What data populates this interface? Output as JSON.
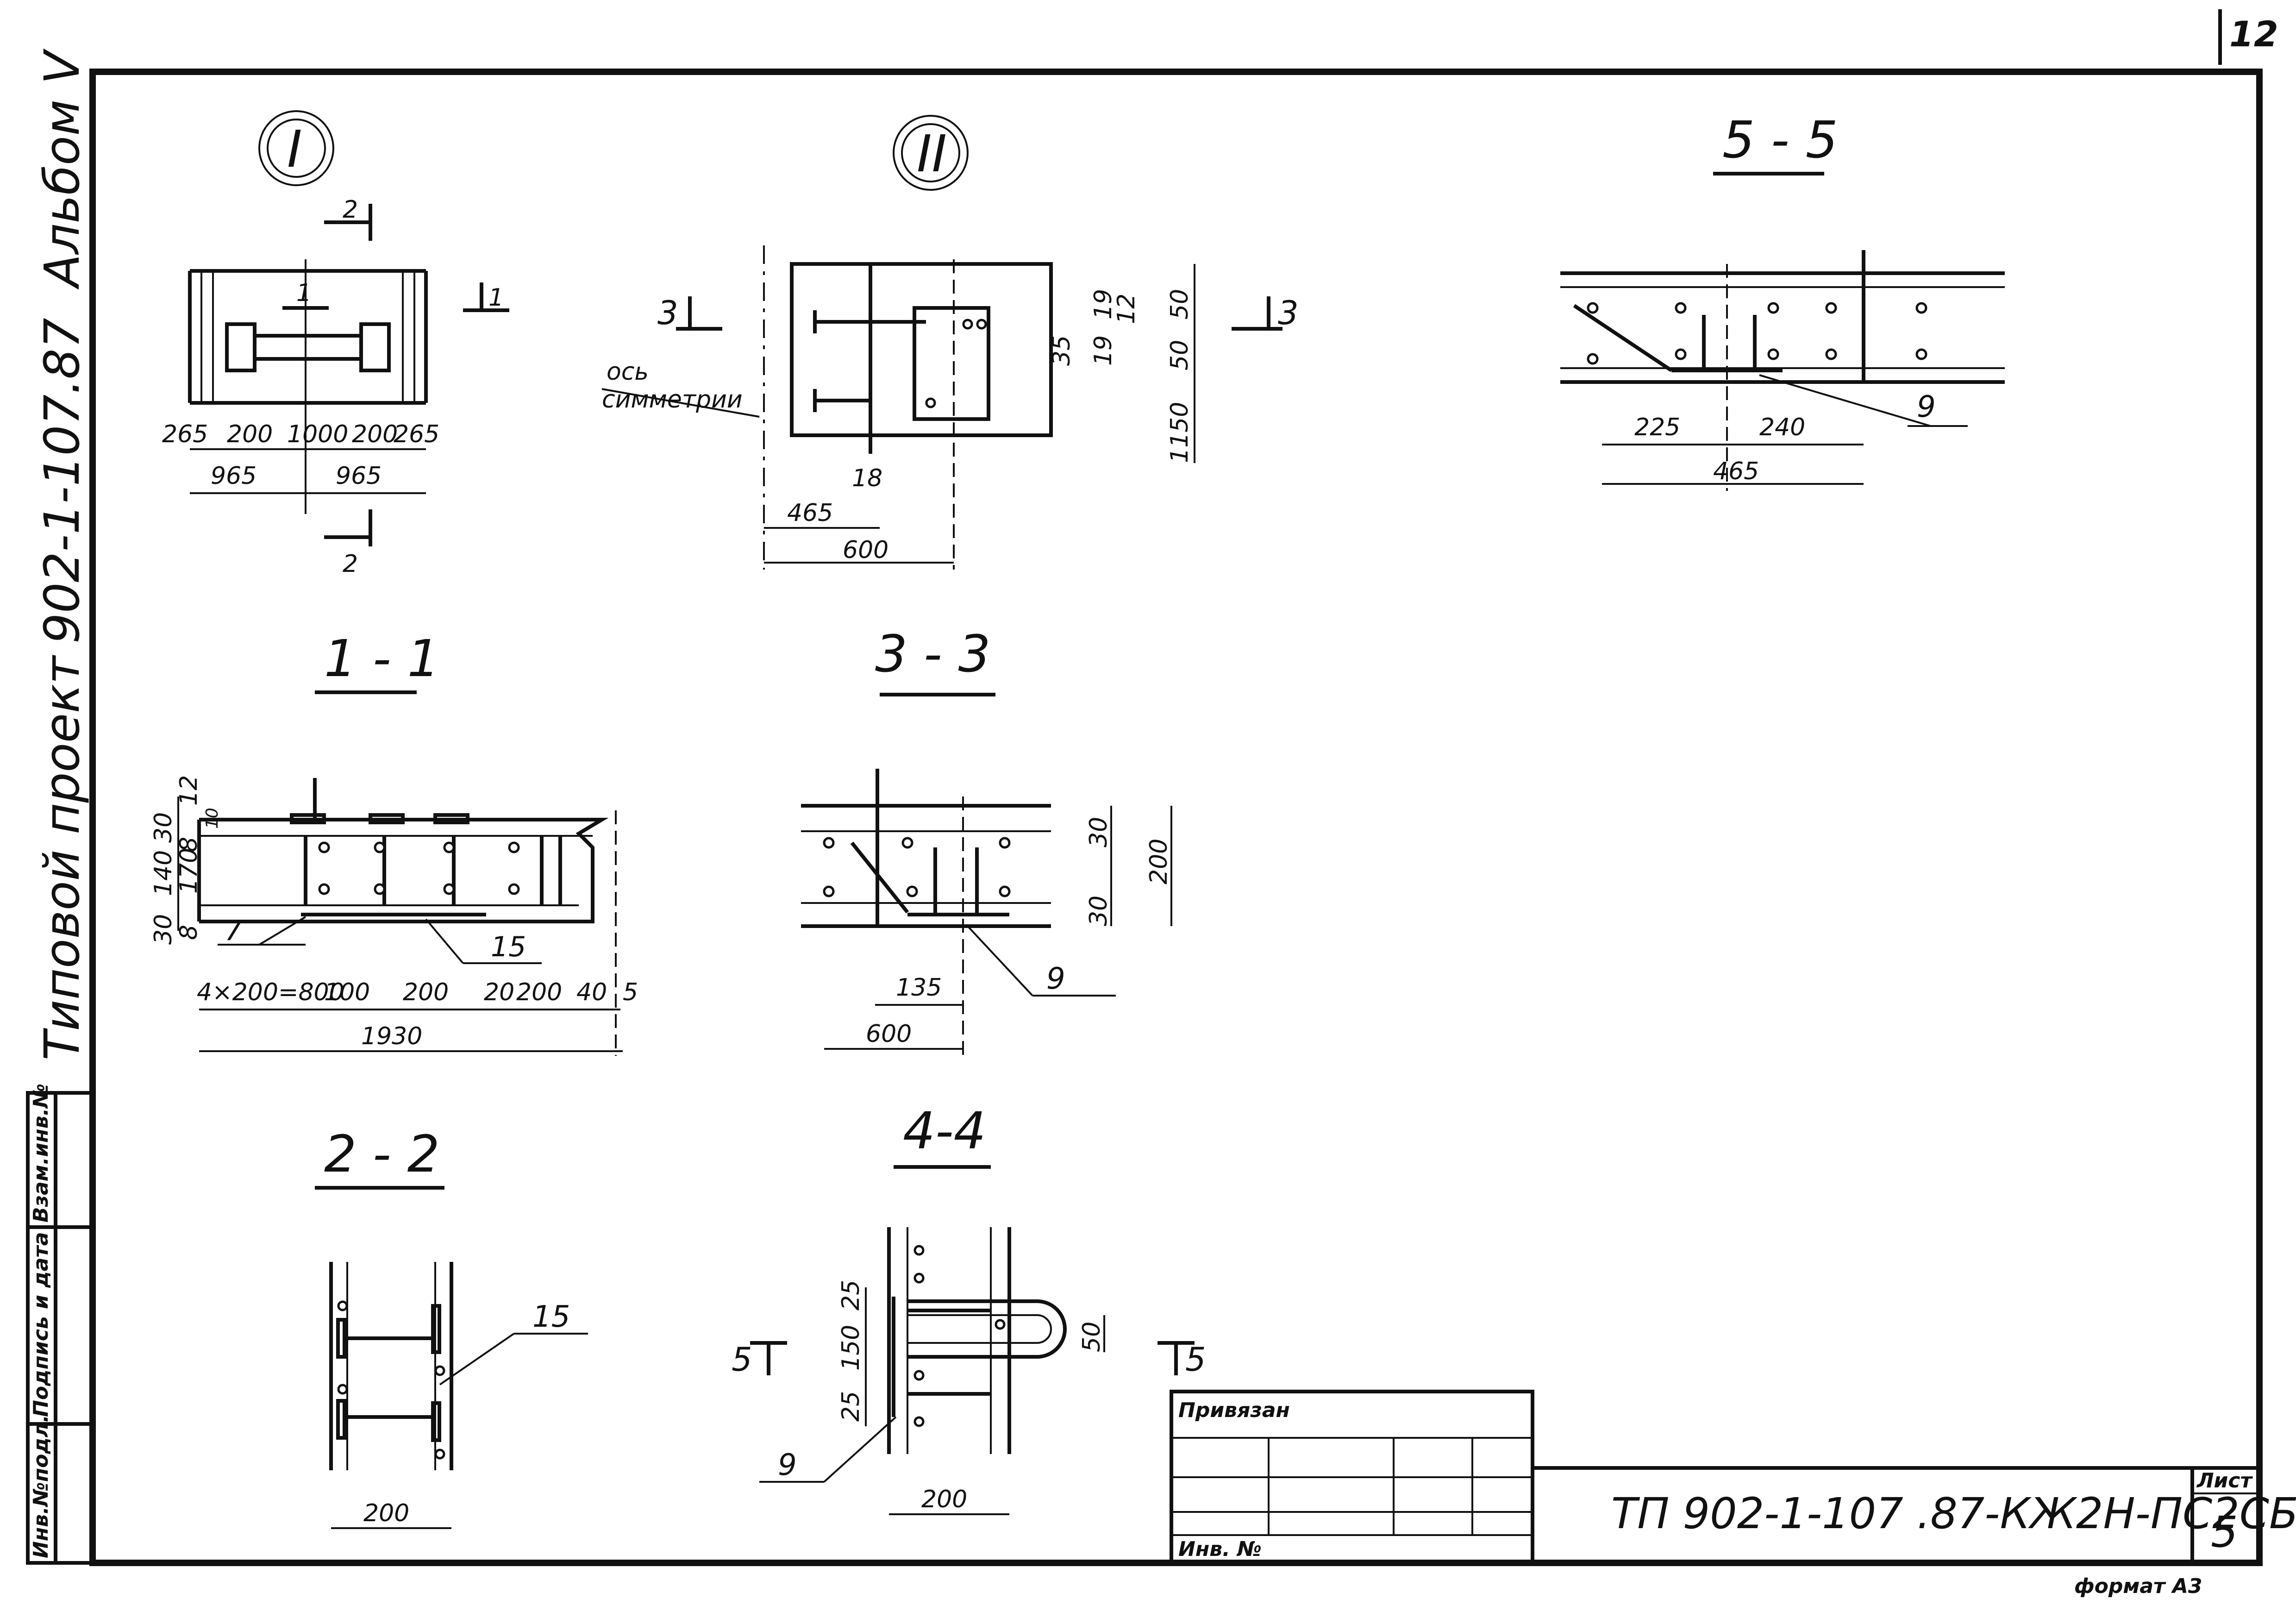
{
  "sheet_corner_number": "12",
  "side_title": {
    "project_type": "Типовой проект",
    "project_code": "902-1-107.87",
    "album": "Альбом V"
  },
  "side_stamp": {
    "inv_podl": "Инв.№подл.",
    "podpis_data": "Подпись и дата",
    "vzam_inv": "Взам.инв.№"
  },
  "nodes": {
    "node1": "I",
    "node2": "II"
  },
  "views": {
    "plan1": {
      "cut1": "1",
      "cut2": "2",
      "dims_row1": [
        "265",
        "200",
        "1000",
        "200",
        "265"
      ],
      "dims_row2": [
        "965",
        "965"
      ]
    },
    "plan2": {
      "cut3": "3",
      "axis_label_1": "ось",
      "axis_label_2": "симметрии",
      "dims_right": [
        "19",
        "12",
        "50",
        "50",
        "35",
        "19",
        "1150"
      ],
      "dim_18": "18",
      "dim_465": "465",
      "dim_600": "600"
    },
    "sec55": {
      "title": "5 - 5",
      "dims": [
        "225",
        "240",
        "465"
      ],
      "callout": "9"
    },
    "sec11": {
      "title": "1 - 1",
      "dims_left": [
        "12",
        "30",
        "140",
        "170",
        "30",
        "8",
        "8",
        "10"
      ],
      "dims_bottom": [
        "4×200=800",
        "100",
        "200",
        "20",
        "200",
        "40",
        "5"
      ],
      "total": "1930",
      "callouts": [
        "7",
        "15"
      ]
    },
    "sec33": {
      "title": "3 - 3",
      "dims_right": [
        "30",
        "200",
        "30"
      ],
      "dim_135": "135",
      "dim_600": "600",
      "callout": "9"
    },
    "sec22": {
      "title": "2 - 2",
      "dim": "200",
      "callout": "15"
    },
    "sec44": {
      "title": "4-4",
      "dims_left": [
        "25",
        "150",
        "25"
      ],
      "dim_right": "50",
      "dim_bottom": "200",
      "cut5": "5",
      "callout": "9"
    }
  },
  "stamp": {
    "privyazan": "Привязан",
    "inv_no": "Инв. №",
    "drawing_code": "ТП 902-1-107 .87-КЖ2Н-ПС2СБ",
    "sheet_label": "Лист",
    "sheet_no": "5",
    "format": "формат А3"
  }
}
